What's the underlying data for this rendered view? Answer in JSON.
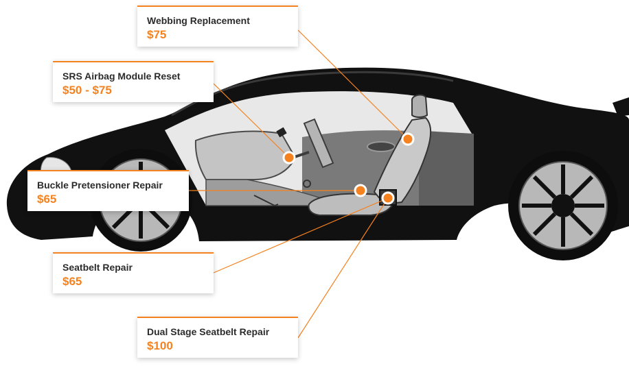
{
  "colors": {
    "accent": "#f5821f",
    "car_body": "#111111",
    "interior_light": "#c9c9c9",
    "interior_mid": "#8c8c8c",
    "interior_dark": "#5a5a5a",
    "wheel_rim": "#b8b8b8"
  },
  "callouts": [
    {
      "title": "Webbing Replacement",
      "price": "$75"
    },
    {
      "title": "SRS Airbag Module Reset",
      "price": "$50 - $75"
    },
    {
      "title": "Buckle Pretensioner Repair",
      "price": "$65"
    },
    {
      "title": "Seatbelt Repair",
      "price": "$65"
    },
    {
      "title": "Dual Stage Seatbelt Repair",
      "price": "$100"
    }
  ]
}
